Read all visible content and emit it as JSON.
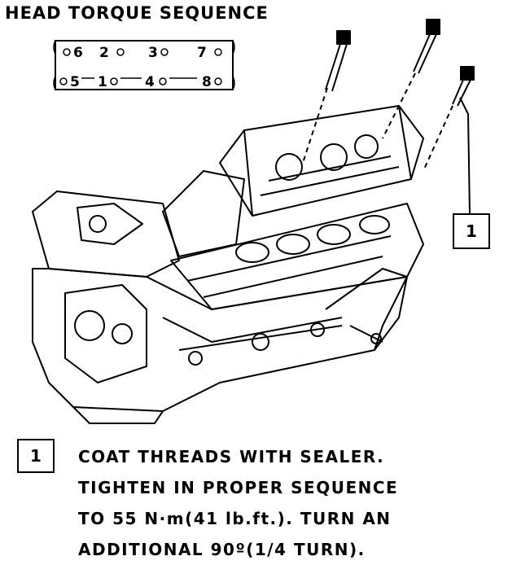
{
  "title": "HEAD TORQUE SEQUENCE",
  "sequence": {
    "top_row": [
      "6",
      "2",
      "3",
      "7"
    ],
    "bottom_row": [
      "5",
      "1",
      "4",
      "8"
    ]
  },
  "callout_number": "1",
  "note": {
    "number": "1",
    "lines": [
      "COAT THREADS WITH SEALER.",
      "TIGHTEN IN PROPER SEQUENCE",
      "TO 55 N·m(41 lb.ft.).  TURN AN",
      "ADDITIONAL 90º(1/4 TURN)."
    ]
  }
}
